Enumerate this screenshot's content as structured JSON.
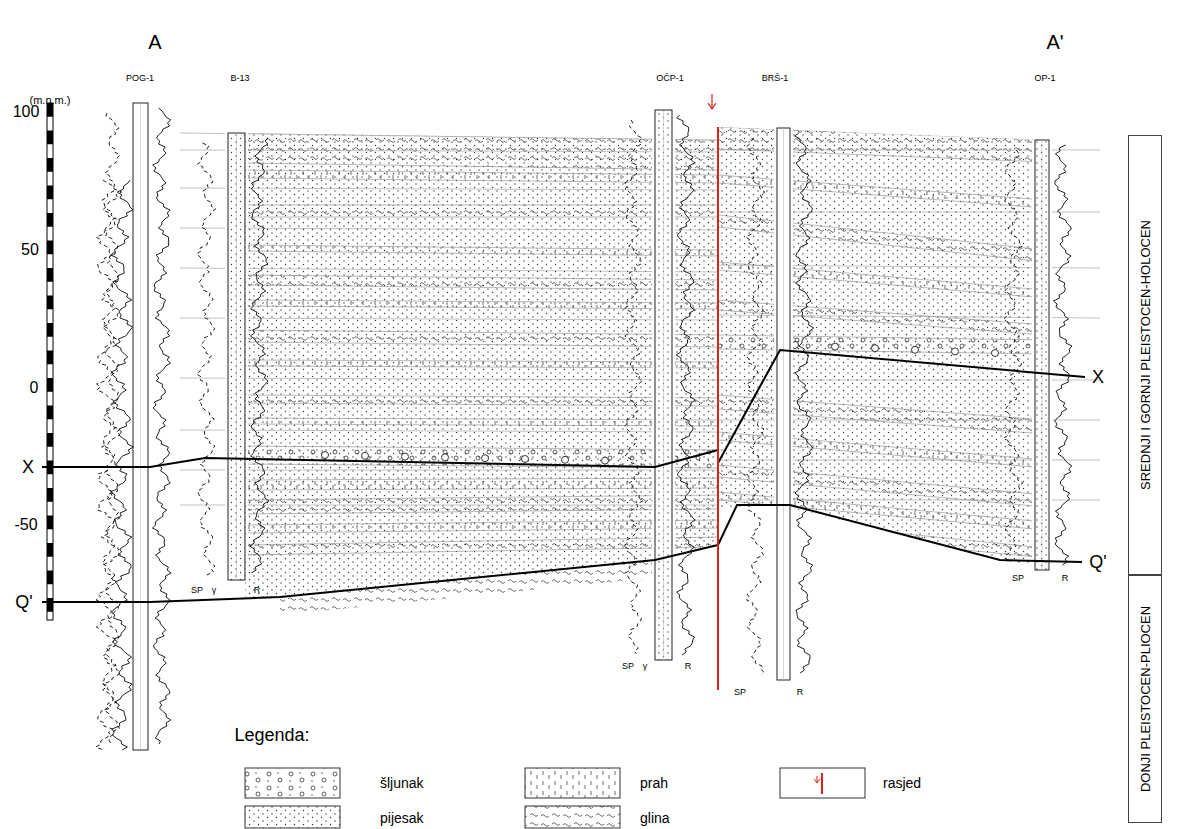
{
  "diagram": {
    "nodes": [
      {
        "text": [
          "SREDNJI I GORNJI PLEISTOCEN-HOLOCEN"
        ]
      },
      {
        "text": [
          "DONJI PLEISTOCEN-PLIOCEN"
        ]
      }
    ],
    "labels": [
      "A",
      "A'",
      "POG-1",
      "B-13",
      "OČP-1",
      "BRŠ-1",
      "OP-1",
      "(m.n.m.)",
      "100",
      "50",
      "0",
      "-50",
      "X",
      "Q'",
      "X",
      "Q'",
      "SP",
      "γ",
      "R",
      "SP",
      "γ",
      "R",
      "SP",
      "R",
      "SP",
      "R",
      "Legenda:"
    ],
    "legend": [
      {
        "text": "šljunak"
      },
      {
        "text": "pijesak"
      },
      {
        "text": "prah"
      },
      {
        "text": "glina"
      },
      {
        "text": "rasjed"
      }
    ]
  }
}
